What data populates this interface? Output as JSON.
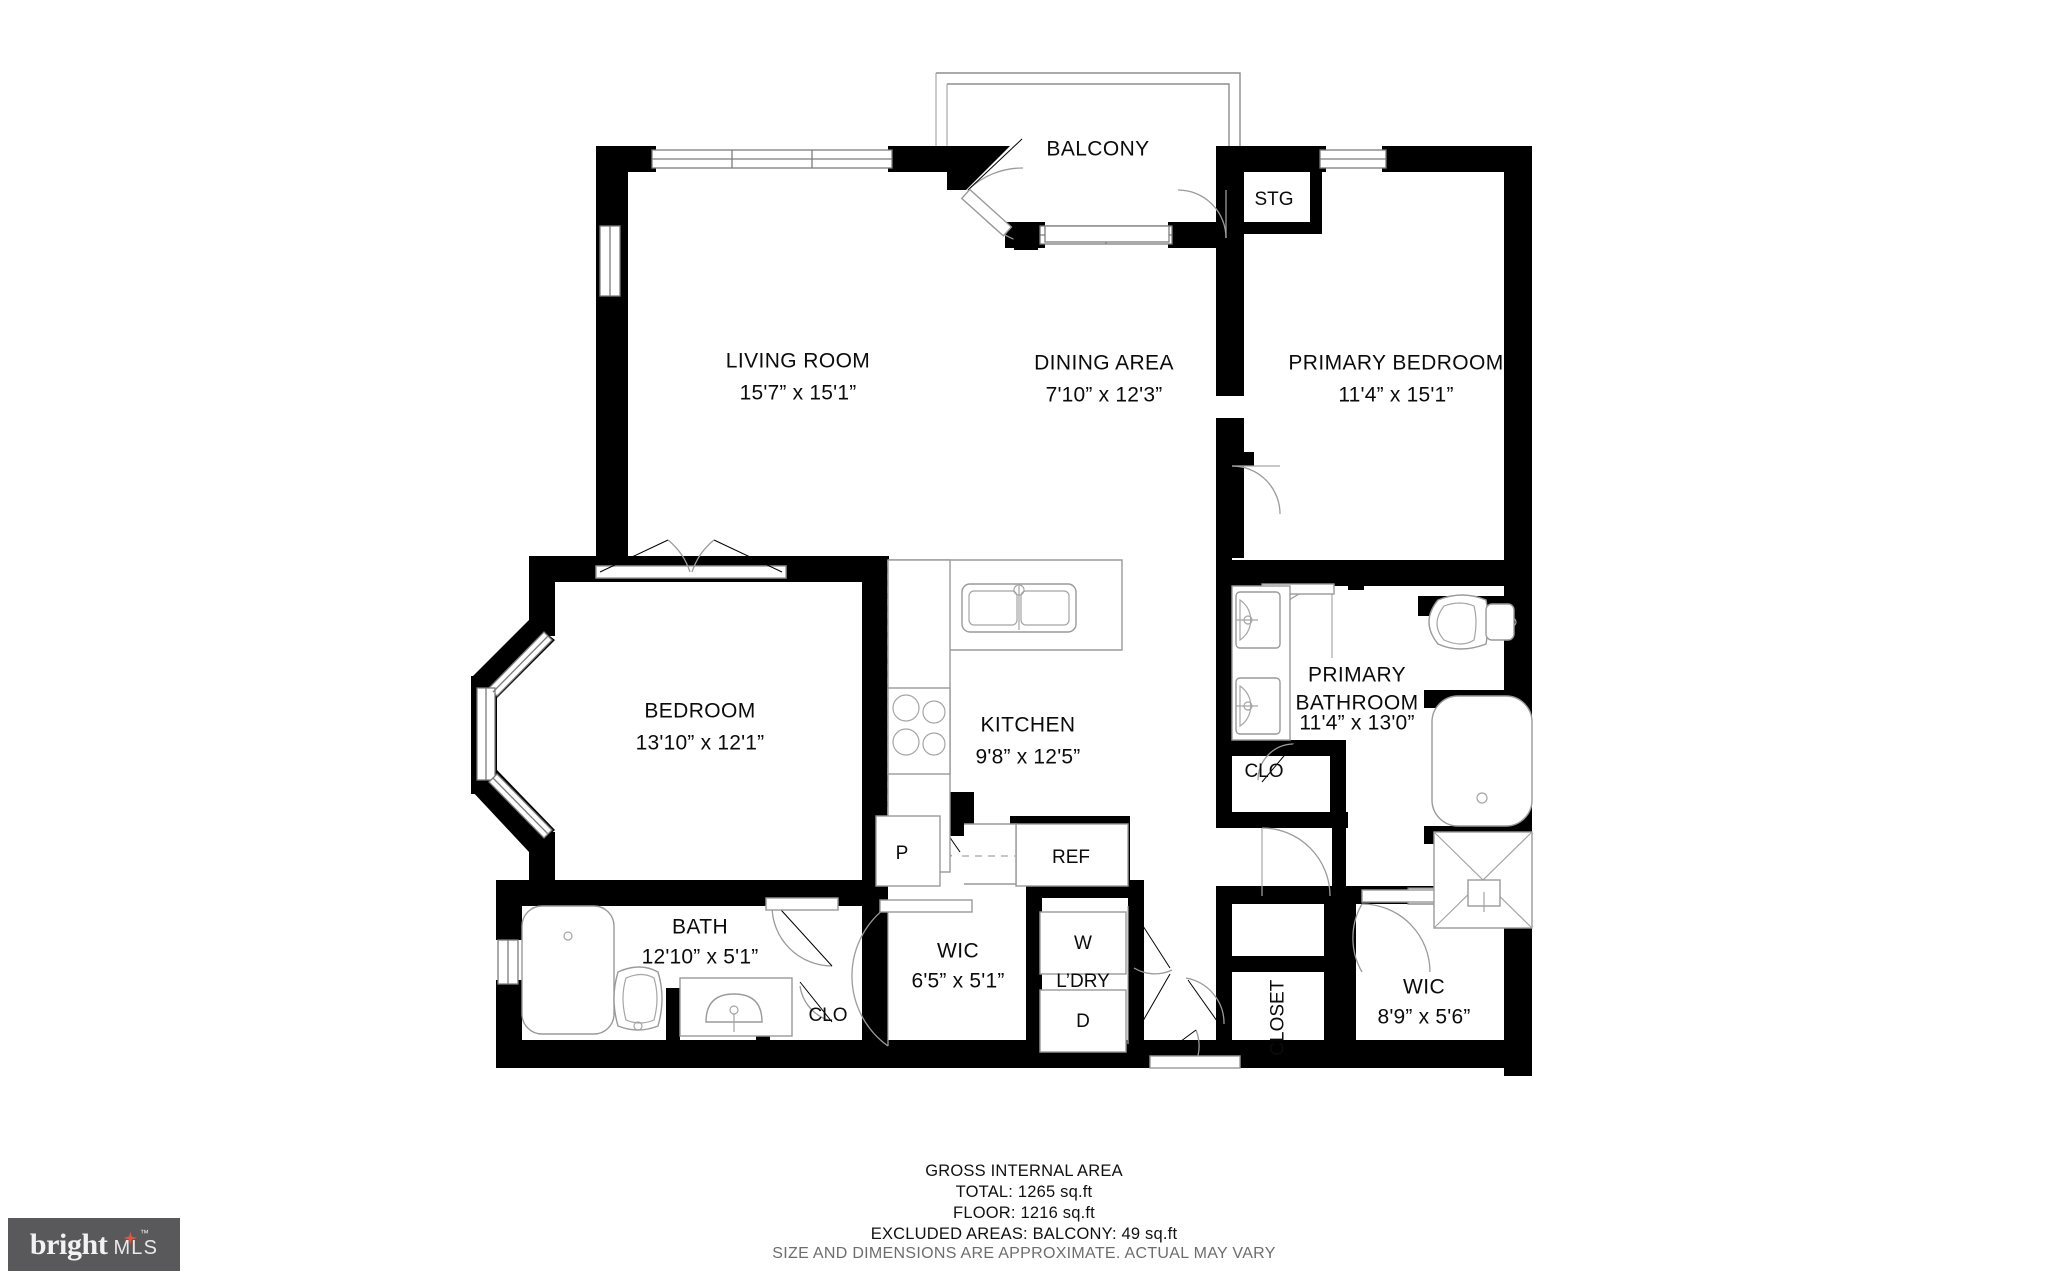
{
  "plan": {
    "rooms": [
      {
        "key": "balcony",
        "name": "BALCONY",
        "dim": ""
      },
      {
        "key": "stg",
        "name": "STG",
        "dim": ""
      },
      {
        "key": "living_room",
        "name": "LIVING ROOM",
        "dim": "15'7” x 15'1”"
      },
      {
        "key": "dining_area",
        "name": "DINING AREA",
        "dim": "7'10” x 12'3”"
      },
      {
        "key": "primary_bedroom",
        "name": "PRIMARY BEDROOM",
        "dim": "11'4” x 15'1”"
      },
      {
        "key": "bedroom",
        "name": "BEDROOM",
        "dim": "13'10” x 12'1”"
      },
      {
        "key": "kitchen",
        "name": "KITCHEN",
        "dim": "9'8” x 12'5”"
      },
      {
        "key": "primary_bath",
        "name": "PRIMARY BATHROOM",
        "dim": "11'4” x 13'0”"
      },
      {
        "key": "bath",
        "name": "BATH",
        "dim": "12'10” x 5'1”"
      },
      {
        "key": "wic_hall",
        "name": "WIC",
        "dim": "6'5” x 5'1”"
      },
      {
        "key": "wic_primary",
        "name": "WIC",
        "dim": "8'9” x 5'6”"
      }
    ],
    "labels": {
      "balcony": "BALCONY",
      "stg": "STG",
      "living_room_name": "LIVING ROOM",
      "living_room_dim": "15'7” x 15'1”",
      "dining_name": "DINING AREA",
      "dining_dim": "7'10” x 12'3”",
      "primary_bedroom_name": "PRIMARY BEDROOM",
      "primary_bedroom_dim": "11'4” x 15'1”",
      "bedroom_name": "BEDROOM",
      "bedroom_dim": "13'10” x 12'1”",
      "kitchen_name": "KITCHEN",
      "kitchen_dim": "9'8” x 12'5”",
      "primary_bath_name_1": "PRIMARY",
      "primary_bath_name_2": "BATHROOM",
      "primary_bath_dim": "11'4” x 13'0”",
      "bath_name": "BATH",
      "bath_dim": "12'10” x 5'1”",
      "wic_hall_name": "WIC",
      "wic_hall_dim": "6'5” x 5'1”",
      "wic_primary_name": "WIC",
      "wic_primary_dim": "8'9” x 5'6”",
      "pantry": "P",
      "refrigerator": "REF",
      "washer": "W",
      "dryer": "D",
      "laundry": "L’DRY",
      "closet_bath": "CLO",
      "closet_primary_bath": "CLO",
      "closet_hall": "CLOSET"
    }
  },
  "area": {
    "title": "GROSS INTERNAL AREA",
    "total": "TOTAL: 1265 sq.ft",
    "floor": "FLOOR: 1216 sq.ft",
    "excluded": "EXCLUDED AREAS: BALCONY: 49 sq.ft",
    "disclaimer": "SIZE AND DIMENSIONS ARE APPROXIMATE. ACTUAL MAY VARY"
  },
  "logo": {
    "brand": "bright",
    "suffix": "MLS",
    "tm": "™",
    "bg_color": "#59595b",
    "spark_color": "#e8543f"
  },
  "colors": {
    "wall": "#000000",
    "fixture_stroke": "#9a9a9a",
    "background": "#ffffff",
    "text": "#0b0b0b",
    "disclaimer_text": "#6d6d6d"
  }
}
